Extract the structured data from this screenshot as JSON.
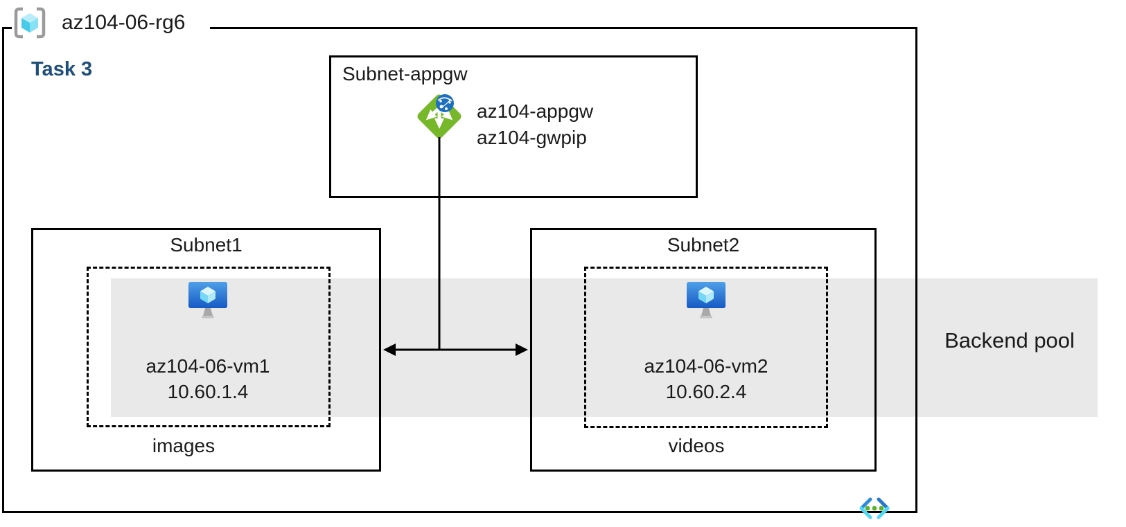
{
  "diagram": {
    "resource_group_label": "az104-06-rg6",
    "task_label": "Task 3",
    "appgw_subnet": {
      "title": "Subnet-appgw",
      "gateway_name": "az104-appgw",
      "gateway_public_ip": "az104-gwpip"
    },
    "subnet1": {
      "title": "Subnet1",
      "vm_name": "az104-06-vm1",
      "vm_ip": "10.60.1.4",
      "container_label": "images"
    },
    "subnet2": {
      "title": "Subnet2",
      "vm_name": "az104-06-vm2",
      "vm_ip": "10.60.2.4",
      "container_label": "videos"
    },
    "backend_pool_label": "Backend pool",
    "icons": {
      "resource_group": "resource-group-icon",
      "application_gateway": "application-gateway-icon",
      "virtual_machine": "virtual-machine-icon",
      "virtual_network": "virtual-network-icon"
    },
    "colors": {
      "task_label": "#1f4e79",
      "backend_pool_band": "#e9e9e9",
      "appgw_green": "#76b82a",
      "globe_blue": "#1d6fc0",
      "vm_screen_top": "#4fa0e8",
      "vm_screen_bottom": "#1659c4",
      "rg_cube_cyan": "#47cbe9",
      "bracket_gray": "#9a9a9a",
      "vnet_chevron_blue": "#2e8bd8",
      "vnet_chevron_cyan": "#50d8f4",
      "vnet_dot_green": "#5cb22e",
      "line_black": "#000000"
    }
  }
}
